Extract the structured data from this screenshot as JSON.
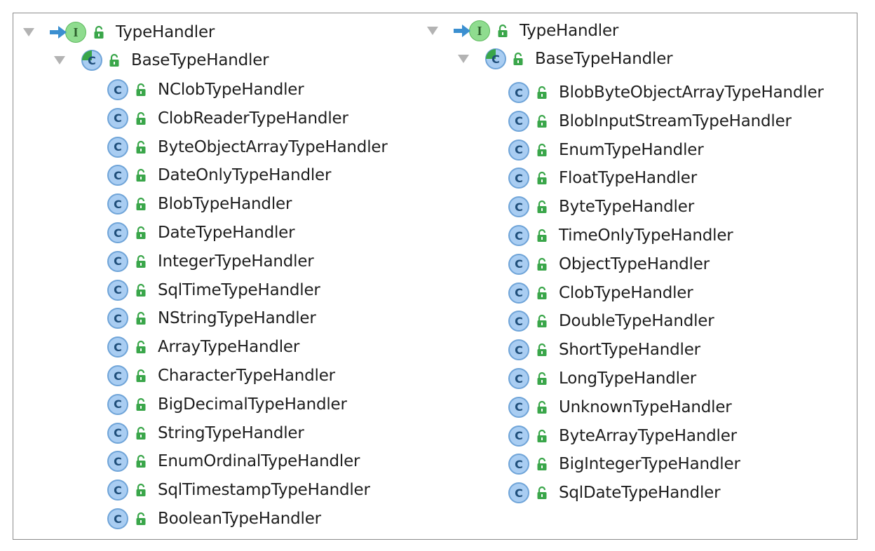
{
  "left_tree": {
    "root": {
      "label": "TypeHandler",
      "kind": "interface",
      "expanded": true
    },
    "base": {
      "label": "BaseTypeHandler",
      "kind": "abstract-class",
      "expanded": true
    },
    "children": [
      "NClobTypeHandler",
      "ClobReaderTypeHandler",
      "ByteObjectArrayTypeHandler",
      "DateOnlyTypeHandler",
      "BlobTypeHandler",
      "DateTypeHandler",
      "IntegerTypeHandler",
      "SqlTimeTypeHandler",
      "NStringTypeHandler",
      "ArrayTypeHandler",
      "CharacterTypeHandler",
      "BigDecimalTypeHandler",
      "StringTypeHandler",
      "EnumOrdinalTypeHandler",
      "SqlTimestampTypeHandler",
      "BooleanTypeHandler"
    ]
  },
  "right_tree": {
    "root": {
      "label": "TypeHandler",
      "kind": "interface",
      "expanded": true
    },
    "base": {
      "label": "BaseTypeHandler",
      "kind": "abstract-class",
      "expanded": true
    },
    "children": [
      "BlobByteObjectArrayTypeHandler",
      "BlobInputStreamTypeHandler",
      "EnumTypeHandler",
      "FloatTypeHandler",
      "ByteTypeHandler",
      "TimeOnlyTypeHandler",
      "ObjectTypeHandler",
      "ClobTypeHandler",
      "DoubleTypeHandler",
      "ShortTypeHandler",
      "LongTypeHandler",
      "UnknownTypeHandler",
      "ByteArrayTypeHandler",
      "BigIntegerTypeHandler",
      "SqlDateTypeHandler"
    ]
  },
  "icons": {
    "interface_letter": "I",
    "class_letter": "C",
    "abstract_letter": "C"
  },
  "colors": {
    "interface_green": "#8fdc8f",
    "class_blue": "#a9cdf2",
    "lock_green": "#3aa64a",
    "arrow_blue": "#3b8fd0",
    "toggle_gray": "#b3b3b3"
  }
}
